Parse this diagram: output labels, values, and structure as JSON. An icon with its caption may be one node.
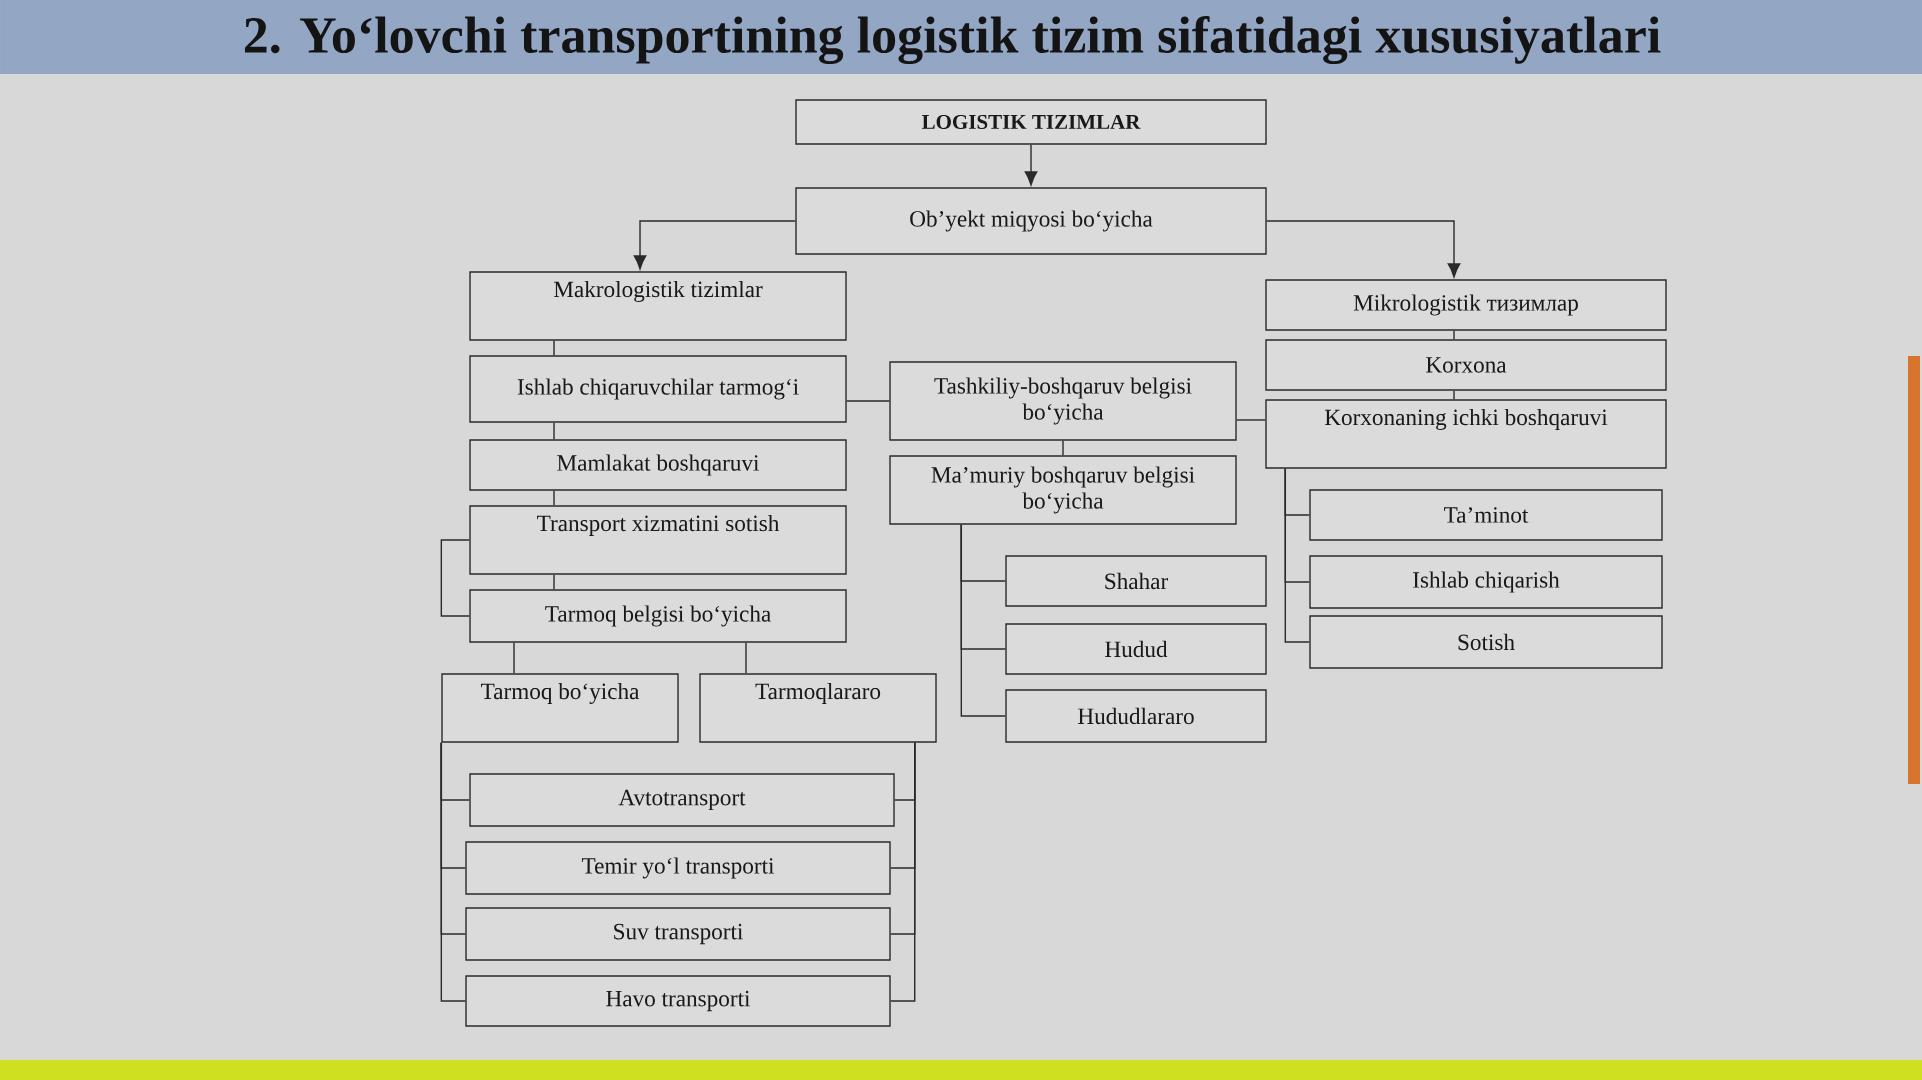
{
  "diagram": {
    "title": "2. Yo‘lovchi transportining logistik tizim sifatidagi xususiyatlari",
    "nodes": [
      {
        "text": [
          "LOGISTIK TIZIMLAR"
        ]
      },
      {
        "text": [
          "Ob’yekt miqyosi bo‘yicha"
        ]
      },
      {
        "text": [
          "Makrologistik tizimlar"
        ]
      },
      {
        "text": [
          "Ishlab chiqaruvchilar tarmog‘i"
        ]
      },
      {
        "text": [
          "Mamlakat boshqaruvi"
        ]
      },
      {
        "text": [
          "Transport xizmatini sotish"
        ]
      },
      {
        "text": [
          "Tarmoq belgisi bo‘yicha"
        ]
      },
      {
        "text": [
          "Tarmoq bo‘yicha"
        ]
      },
      {
        "text": [
          "Tarmoqlararo"
        ]
      },
      {
        "text": [
          "Avtotransport"
        ]
      },
      {
        "text": [
          "Temir yo‘l transporti"
        ]
      },
      {
        "text": [
          "Suv transporti"
        ]
      },
      {
        "text": [
          "Havo transporti"
        ]
      },
      {
        "text": [
          "Tashkiliy-boshqaruv belgisi bo‘yicha"
        ]
      },
      {
        "text": [
          "Ma’muriy boshqaruv belgisi bo‘yicha"
        ]
      },
      {
        "text": [
          "Shahar"
        ]
      },
      {
        "text": [
          "Hudud"
        ]
      },
      {
        "text": [
          "Hududlararo"
        ]
      },
      {
        "text": [
          "Mikrologistik тизимлар"
        ]
      },
      {
        "text": [
          "Korxona"
        ]
      },
      {
        "text": [
          "Korxonaning ichki boshqaruvi"
        ]
      },
      {
        "text": [
          "Ta’minot"
        ]
      },
      {
        "text": [
          "Ishlab chiqarish"
        ]
      },
      {
        "text": [
          "Sotish"
        ]
      }
    ],
    "edges": [
      {
        "from": 0,
        "to": 1,
        "arrow": "to"
      },
      {
        "from": 1,
        "to": 2,
        "arrow": "to"
      },
      {
        "from": 1,
        "to": 18,
        "arrow": "to"
      },
      {
        "from": 2,
        "to": 3,
        "arrow": "none"
      },
      {
        "from": 3,
        "to": 4,
        "arrow": "none"
      },
      {
        "from": 4,
        "to": 5,
        "arrow": "none"
      },
      {
        "from": 5,
        "to": 6,
        "arrow": "none"
      },
      {
        "from": 5,
        "to": 6,
        "arrow": "none"
      },
      {
        "from": 3,
        "to": 13,
        "arrow": "none"
      },
      {
        "from": 13,
        "to": 14,
        "arrow": "none"
      },
      {
        "from": 13,
        "to": 20,
        "arrow": "none"
      },
      {
        "from": 6,
        "to": 7,
        "arrow": "none"
      },
      {
        "from": 6,
        "to": 8,
        "arrow": "none"
      },
      {
        "from": 7,
        "to": 9,
        "arrow": "none"
      },
      {
        "from": 7,
        "to": 10,
        "arrow": "none"
      },
      {
        "from": 7,
        "to": 11,
        "arrow": "none"
      },
      {
        "from": 7,
        "to": 12,
        "arrow": "none"
      },
      {
        "from": 8,
        "to": 9,
        "arrow": "none"
      },
      {
        "from": 8,
        "to": 10,
        "arrow": "none"
      },
      {
        "from": 8,
        "to": 11,
        "arrow": "none"
      },
      {
        "from": 8,
        "to": 12,
        "arrow": "none"
      },
      {
        "from": 14,
        "to": 15,
        "arrow": "none"
      },
      {
        "from": 14,
        "to": 16,
        "arrow": "none"
      },
      {
        "from": 14,
        "to": 17,
        "arrow": "none"
      },
      {
        "from": 18,
        "to": 19,
        "arrow": "none"
      },
      {
        "from": 19,
        "to": 20,
        "arrow": "none"
      },
      {
        "from": 20,
        "to": 21,
        "arrow": "none"
      },
      {
        "from": 20,
        "to": 22,
        "arrow": "none"
      },
      {
        "from": 20,
        "to": 23,
        "arrow": "none"
      }
    ]
  }
}
